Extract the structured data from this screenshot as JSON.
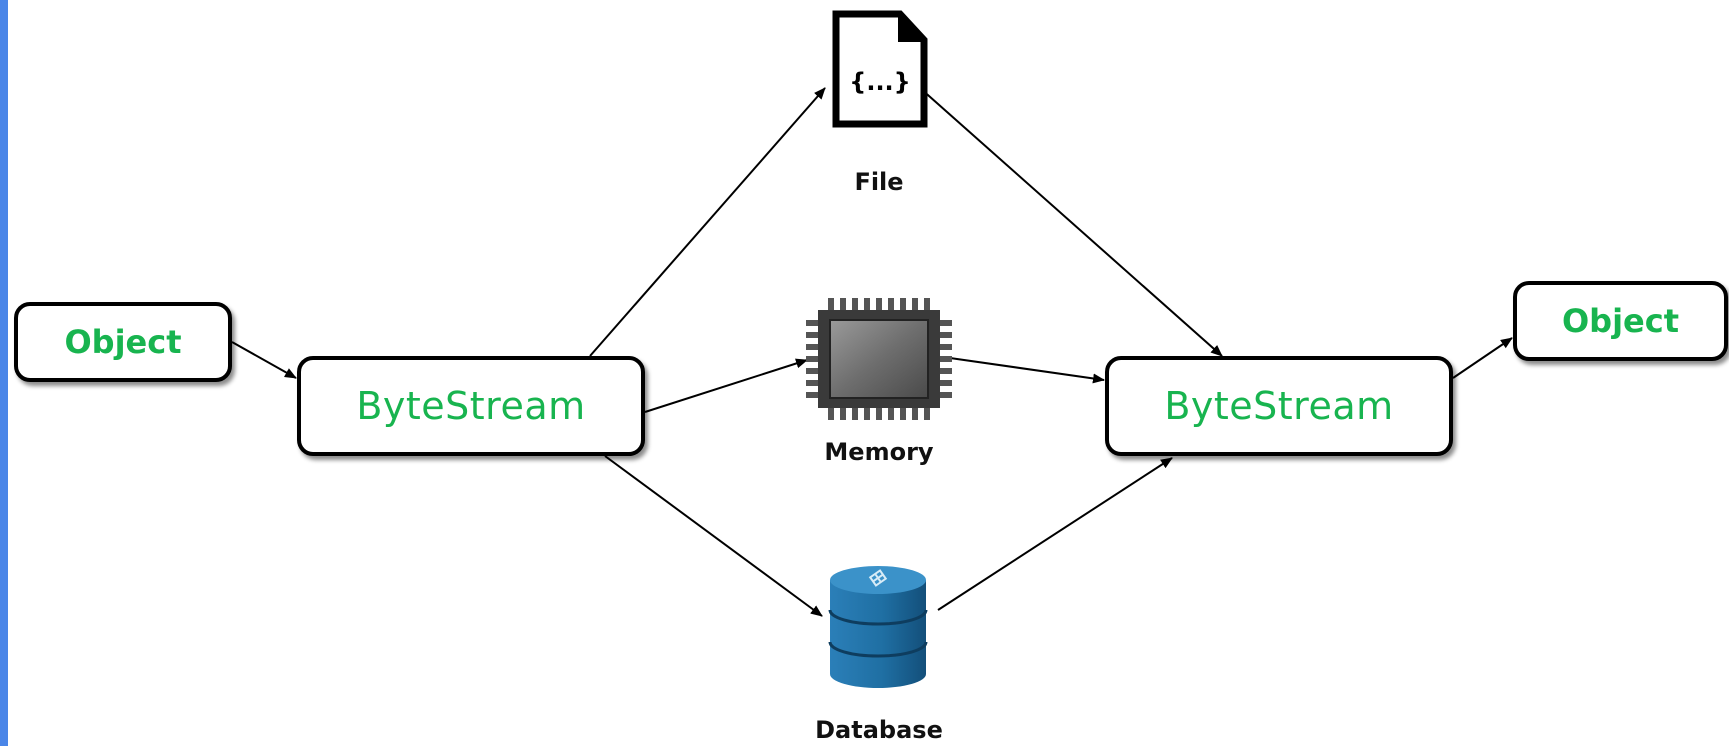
{
  "nodes": {
    "object_left": "Object",
    "bytestream_left": "ByteStream",
    "bytestream_right": "ByteStream",
    "object_right": "Object"
  },
  "storage": {
    "file": {
      "label": "File",
      "icon": "json-file-icon",
      "glyph": "{...}"
    },
    "memory": {
      "label": "Memory",
      "icon": "memory-chip-icon"
    },
    "database": {
      "label": "Database",
      "icon": "database-icon"
    }
  },
  "colors": {
    "node_text": "#18b44f",
    "side_bar": "#4a86e8",
    "database": "#1f6fa3"
  }
}
